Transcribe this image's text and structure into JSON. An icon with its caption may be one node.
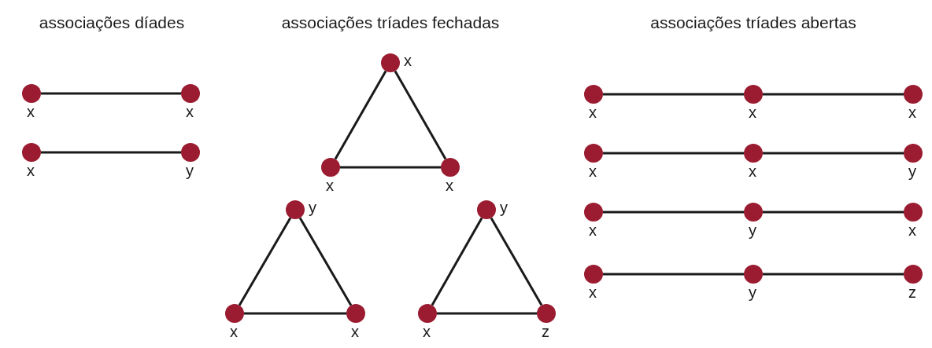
{
  "diagram": {
    "labels": [
      "associações díades",
      "associações tríades fechadas",
      "associações tríades abertas"
    ],
    "nodes": [
      {
        "text": [],
        "shape": "circle",
        "beside": [
          "x"
        ]
      },
      {
        "text": [],
        "shape": "circle",
        "beside": [
          "x"
        ]
      },
      {
        "text": [],
        "shape": "circle",
        "beside": [
          "x"
        ]
      },
      {
        "text": [],
        "shape": "circle",
        "beside": [
          "y"
        ]
      },
      {
        "text": [],
        "shape": "circle",
        "beside": [
          "x"
        ]
      },
      {
        "text": [],
        "shape": "circle",
        "beside": [
          "x"
        ]
      },
      {
        "text": [],
        "shape": "circle",
        "beside": [
          "x"
        ]
      },
      {
        "text": [],
        "shape": "circle",
        "beside": [
          "y"
        ]
      },
      {
        "text": [],
        "shape": "circle",
        "beside": [
          "x"
        ]
      },
      {
        "text": [],
        "shape": "circle",
        "beside": [
          "x"
        ]
      },
      {
        "text": [],
        "shape": "circle",
        "beside": [
          "y"
        ]
      },
      {
        "text": [],
        "shape": "circle",
        "beside": [
          "x"
        ]
      },
      {
        "text": [],
        "shape": "circle",
        "beside": [
          "z"
        ]
      },
      {
        "text": [],
        "shape": "circle",
        "beside": [
          "x"
        ]
      },
      {
        "text": [],
        "shape": "circle",
        "beside": [
          "x"
        ]
      },
      {
        "text": [],
        "shape": "circle",
        "beside": [
          "x"
        ]
      },
      {
        "text": [],
        "shape": "circle",
        "beside": [
          "x"
        ]
      },
      {
        "text": [],
        "shape": "circle",
        "beside": [
          "x"
        ]
      },
      {
        "text": [],
        "shape": "circle",
        "beside": [
          "y"
        ]
      },
      {
        "text": [],
        "shape": "circle",
        "beside": [
          "x"
        ]
      },
      {
        "text": [],
        "shape": "circle",
        "beside": [
          "y"
        ]
      },
      {
        "text": [],
        "shape": "circle",
        "beside": [
          "x"
        ]
      },
      {
        "text": [],
        "shape": "circle",
        "beside": [
          "x"
        ]
      },
      {
        "text": [],
        "shape": "circle",
        "beside": [
          "y"
        ]
      },
      {
        "text": [],
        "shape": "circle",
        "beside": [
          "z"
        ]
      }
    ],
    "edges": [
      {
        "from": 0,
        "to": 1,
        "arrow": "none"
      },
      {
        "from": 2,
        "to": 3,
        "arrow": "none"
      },
      {
        "from": 4,
        "to": 5,
        "arrow": "none"
      },
      {
        "from": 5,
        "to": 6,
        "arrow": "none"
      },
      {
        "from": 6,
        "to": 4,
        "arrow": "none"
      },
      {
        "from": 7,
        "to": 8,
        "arrow": "none"
      },
      {
        "from": 8,
        "to": 9,
        "arrow": "none"
      },
      {
        "from": 9,
        "to": 7,
        "arrow": "none"
      },
      {
        "from": 10,
        "to": 11,
        "arrow": "none"
      },
      {
        "from": 11,
        "to": 12,
        "arrow": "none"
      },
      {
        "from": 12,
        "to": 10,
        "arrow": "none"
      },
      {
        "from": 13,
        "to": 14,
        "arrow": "none"
      },
      {
        "from": 14,
        "to": 15,
        "arrow": "none"
      },
      {
        "from": 16,
        "to": 17,
        "arrow": "none"
      },
      {
        "from": 17,
        "to": 18,
        "arrow": "none"
      },
      {
        "from": 19,
        "to": 20,
        "arrow": "none"
      },
      {
        "from": 20,
        "to": 21,
        "arrow": "none"
      },
      {
        "from": 22,
        "to": 23,
        "arrow": "none"
      },
      {
        "from": 23,
        "to": 24,
        "arrow": "none"
      }
    ]
  }
}
